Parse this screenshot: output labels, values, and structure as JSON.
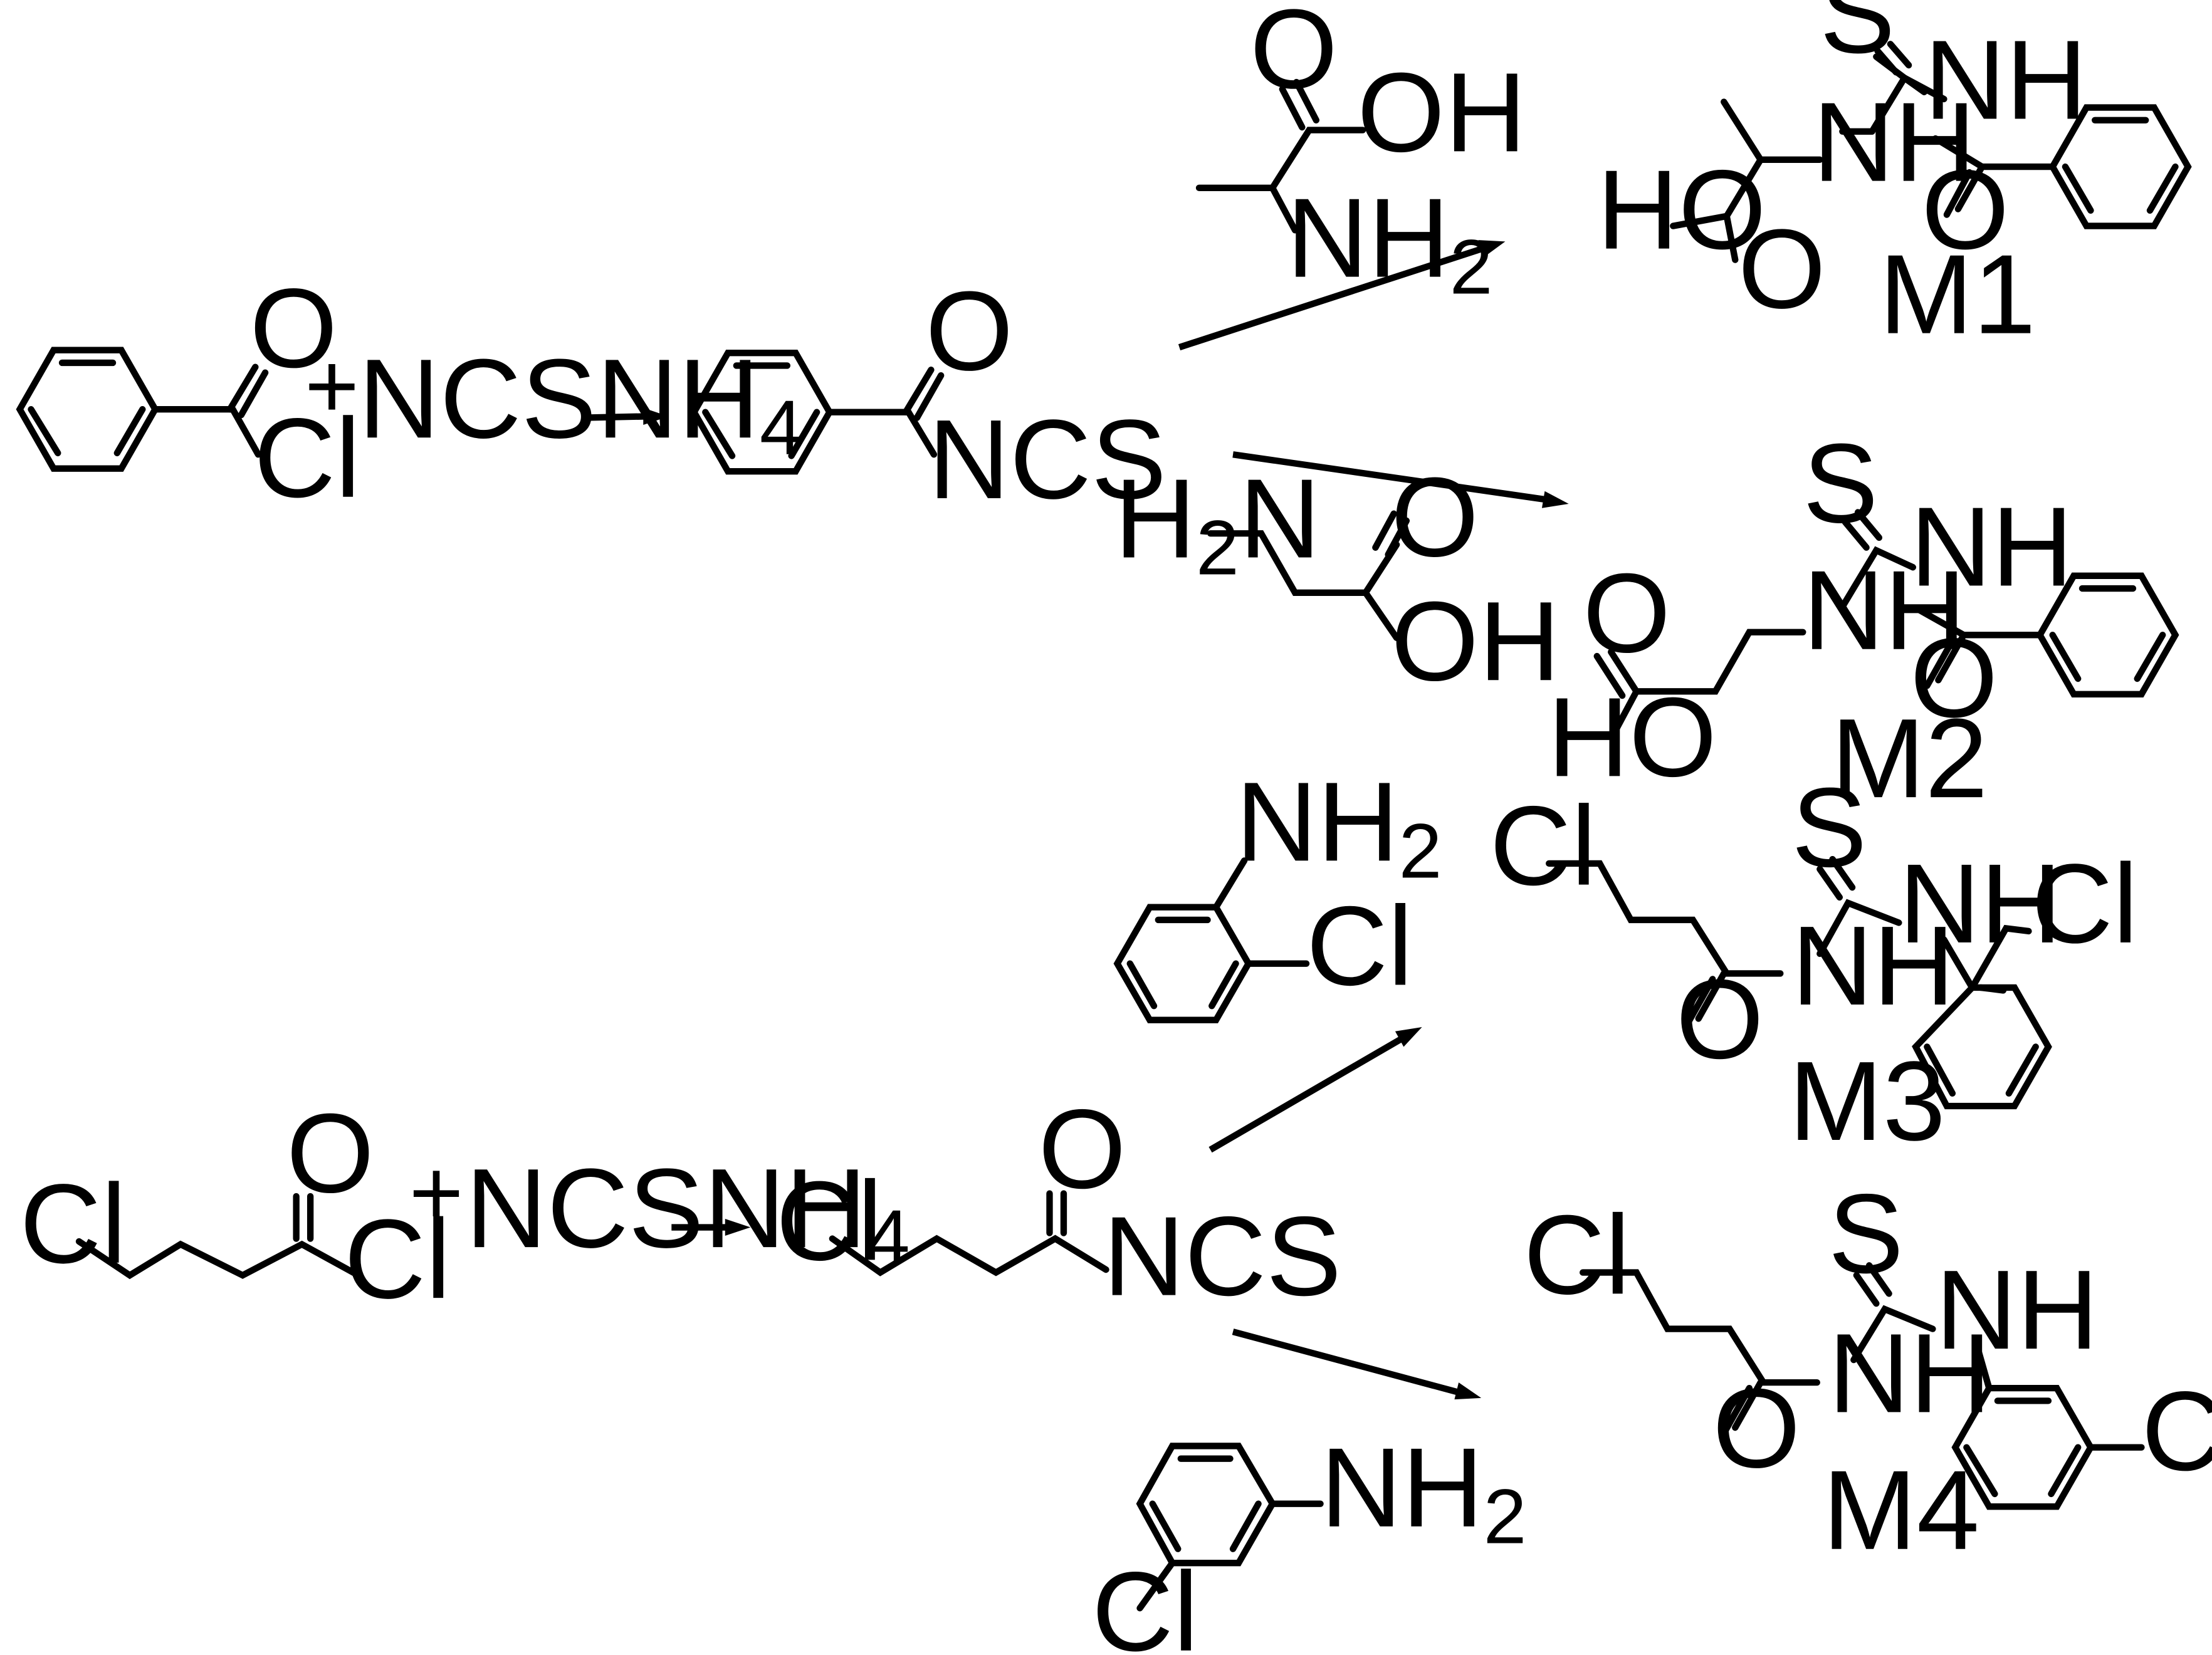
{
  "reagent": {
    "main": "NCSNH",
    "sub": "4"
  },
  "plus": "+",
  "atoms": {
    "O": "O",
    "Cl": "Cl",
    "S": "S",
    "NH": "NH",
    "NCS": "NCS",
    "OH": "OH",
    "HO": "HO",
    "NH2": "NH",
    "H2N_H": "H",
    "H2N_N": "N",
    "two": "2"
  },
  "compounds": {
    "M1": "M1",
    "M2": "M2",
    "M3": "M3",
    "M4": "M4"
  }
}
